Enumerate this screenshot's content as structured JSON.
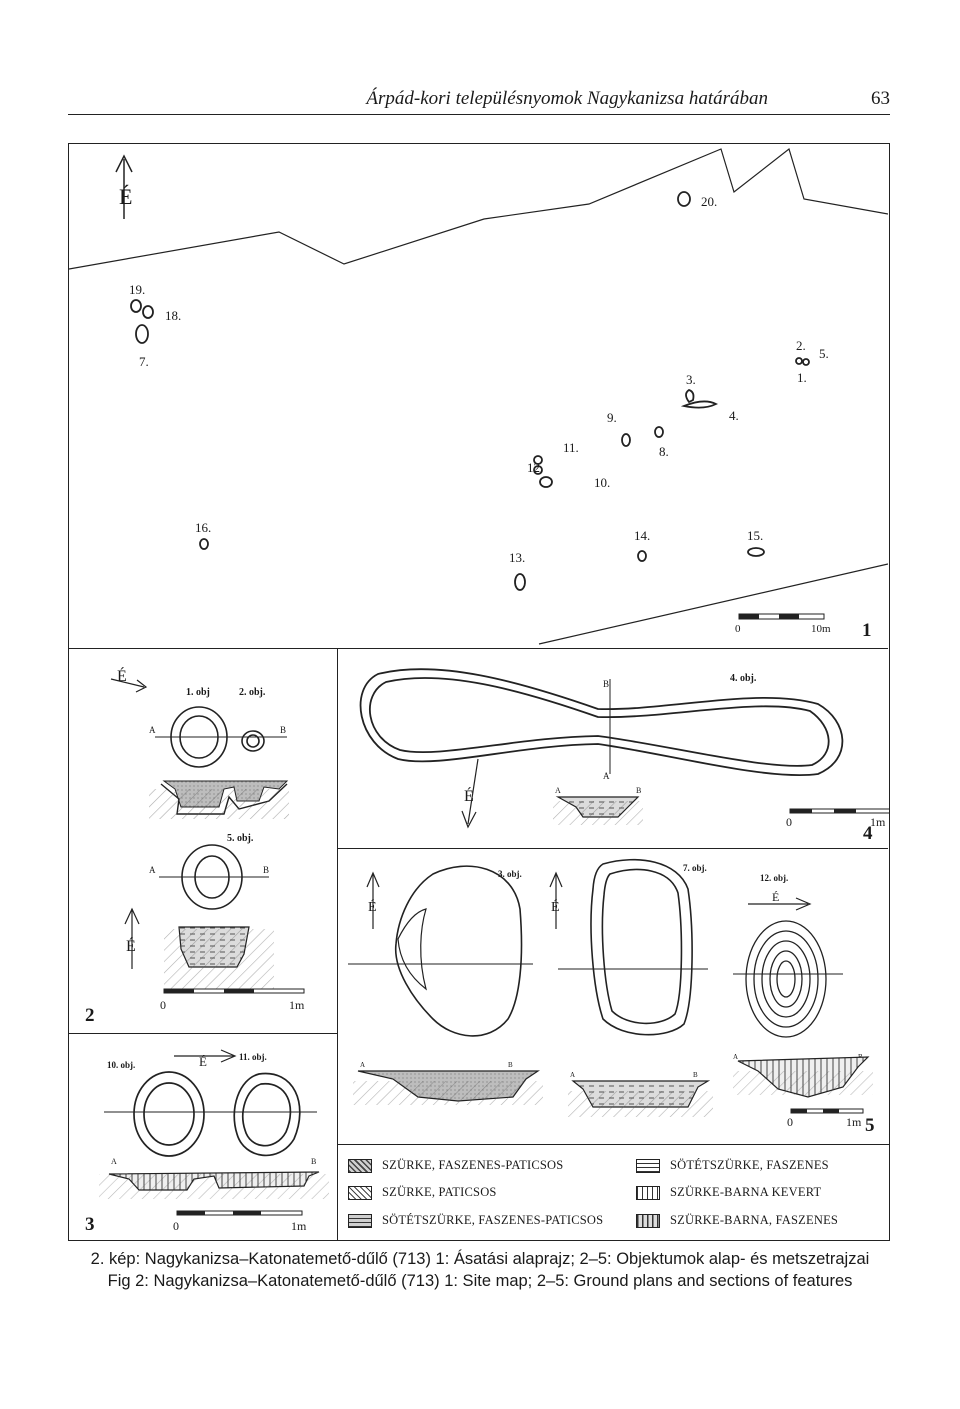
{
  "header": {
    "title": "Árpád-kori településnyomok Nagykanizsa határában",
    "page_number": "63"
  },
  "site_map": {
    "north_label": "É",
    "features": [
      {
        "label": "19."
      },
      {
        "label": "18."
      },
      {
        "label": "7."
      },
      {
        "label": "20."
      },
      {
        "label": "2."
      },
      {
        "label": "5."
      },
      {
        "label": "1."
      },
      {
        "label": "3."
      },
      {
        "label": "4."
      },
      {
        "label": "9."
      },
      {
        "label": "8."
      },
      {
        "label": "11."
      },
      {
        "label": "12."
      },
      {
        "label": "10."
      },
      {
        "label": "16."
      },
      {
        "label": "13."
      },
      {
        "label": "14."
      },
      {
        "label": "15."
      }
    ],
    "scale_start": "0",
    "scale_end": "10m",
    "panel_number": "1"
  },
  "panel2": {
    "north_label": "É",
    "obj1": "1. obj",
    "obj2": "2. obj.",
    "obj5": "5. obj.",
    "section_a": "A",
    "section_b": "B",
    "scale_start": "0",
    "scale_end": "1m",
    "panel_number": "2"
  },
  "panel3": {
    "obj10": "10. obj.",
    "obj11": "11. obj.",
    "north_label": "É",
    "section_a": "A",
    "section_b": "B",
    "scale_start": "0",
    "scale_end": "1m",
    "panel_number": "3"
  },
  "panel4": {
    "obj4": "4. obj.",
    "north_label": "É",
    "section_a": "A",
    "section_b": "B",
    "scale_start": "0",
    "scale_end": "1m",
    "panel_number": "4"
  },
  "panel5": {
    "obj3": "3. obj.",
    "obj7": "7. obj.",
    "obj12": "12. obj.",
    "north_label": "É",
    "section_a": "A",
    "section_b": "B",
    "scale_start": "0",
    "scale_end": "1m",
    "panel_number": "5"
  },
  "legend": [
    "SZÜRKE, FASZENES-PATICSOS",
    "SÖTÉTSZÜRKE, FASZENES",
    "SZÜRKE, PATICSOS",
    "SZÜRKE-BARNA KEVERT",
    "SÖTÉTSZÜRKE, FASZENES-PATICSOS",
    "SZÜRKE-BARNA, FASZENES"
  ],
  "caption": {
    "hu": "2. kép: Nagykanizsa–Katonatemető-dűlő (713) 1: Ásatási alaprajz; 2–5: Objektumok alap- és metszetrajzai",
    "en": "Fig 2: Nagykanizsa–Katonatemető-dűlő (713) 1: Site map; 2–5: Ground plans and sections of features"
  }
}
